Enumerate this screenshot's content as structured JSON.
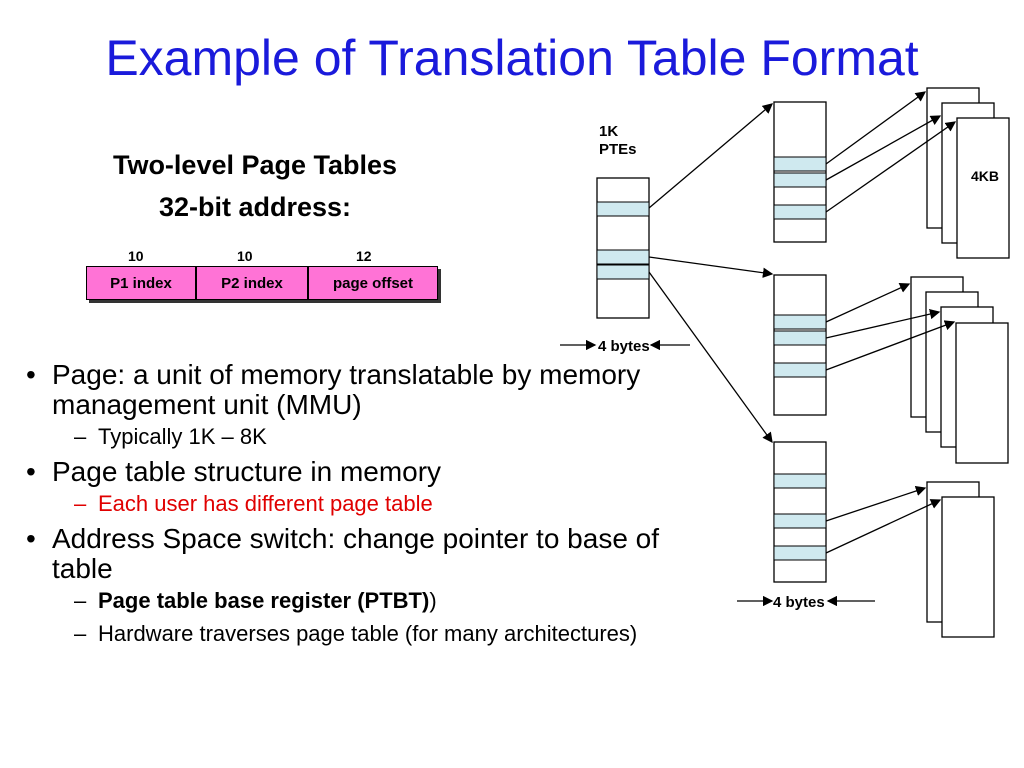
{
  "slide": {
    "title": "Example of Translation Table Format",
    "subtitle_line1": "Two-level Page Tables",
    "subtitle_line2": "32-bit address:"
  },
  "address_format": {
    "bits_p1": "10",
    "bits_p2": "10",
    "bits_offset": "12",
    "field_p1": "P1 index",
    "field_p2": "P2 index",
    "field_offset": "page offset",
    "fill_color": "#ff73d6"
  },
  "bullets": {
    "b1": "Page: a unit of memory translatable by memory management unit (MMU)",
    "b1_sub1": "Typically 1K – 8K",
    "b2": "Page table structure in memory",
    "b2_sub1": "Each user has different page table",
    "b3": "Address Space switch: change pointer to base of table",
    "b3_sub1_bold": "Page table base register (PTBT)",
    "b3_sub1_rest": ")",
    "b3_sub2": "Hardware traverses page table (for many architectures)",
    "dash": "–",
    "bullet_glyph": "•"
  },
  "diagram": {
    "label_ptes_line1": "1K",
    "label_ptes_line2": "PTEs",
    "label_4kb": "4KB",
    "label_4bytes_top": "4 bytes",
    "label_4bytes_bottom": "4 bytes",
    "entry_color": "#cfe9ef"
  }
}
